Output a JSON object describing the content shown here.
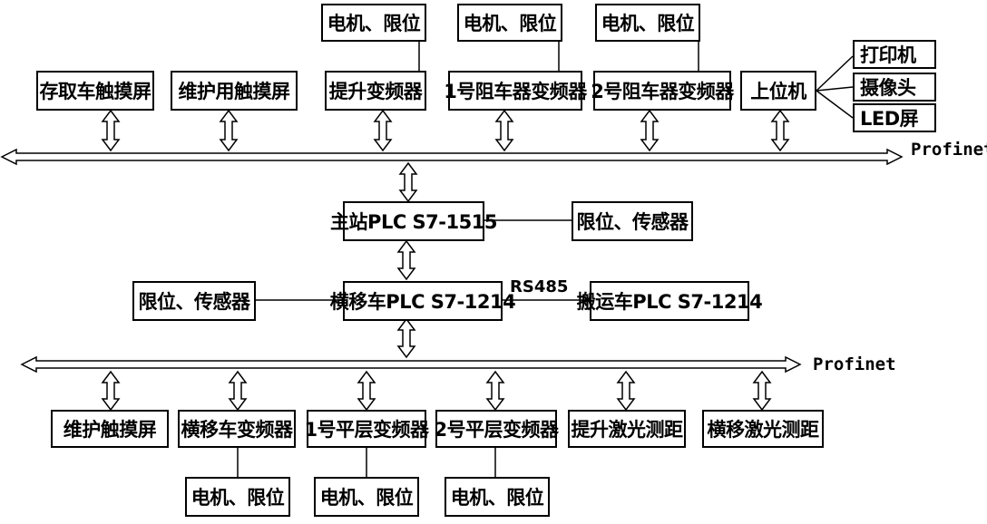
{
  "bus_top": {
    "label": "Profinet"
  },
  "bus_bottom": {
    "label": "Profinet"
  },
  "rs485": {
    "label": "RS485"
  },
  "top_devices": {
    "hmi_access": "存取车触摸屏",
    "hmi_maintenance": "维护用触摸屏",
    "vfd_hoist": "提升变频器",
    "vfd_stopper1": "1号阻车器变频器",
    "vfd_stopper2": "2号阻车器变频器",
    "host_pc": "上位机"
  },
  "top_motor_boxes": [
    "电机、限位",
    "电机、限位",
    "电机、限位"
  ],
  "host_peripherals": [
    "打印机",
    "摄像头",
    "LED屏"
  ],
  "master_plc": "主站PLC S7-1515",
  "master_sensors": "限位、传感器",
  "traverse_plc": "横移车PLC S7-1214",
  "traverse_sensors": "限位、传感器",
  "carrier_plc": "搬运车PLC S7-1214",
  "bottom_devices": {
    "hmi_maintenance": "维护触摸屏",
    "vfd_traverse": "横移车变频器",
    "vfd_level1": "1号平层变频器",
    "vfd_level2": "2号平层变频器",
    "laser_hoist": "提升激光测距",
    "laser_traverse": "横移激光测距"
  },
  "bottom_motor_boxes": [
    "电机、限位",
    "电机、限位",
    "电机、限位"
  ]
}
